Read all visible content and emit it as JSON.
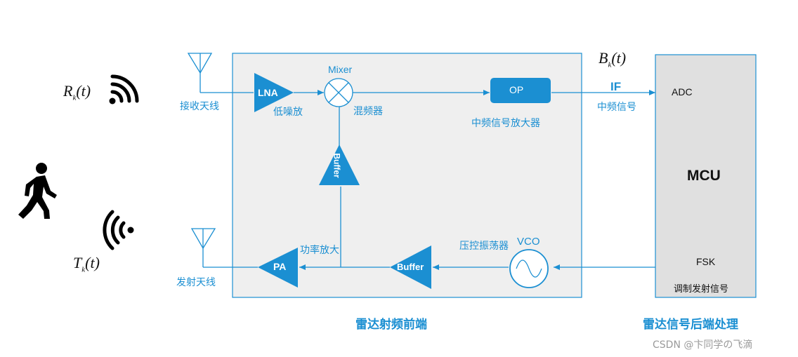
{
  "left": {
    "rx_signal": {
      "base": "R",
      "sub": "k",
      "arg": "(t)"
    },
    "tx_signal": {
      "base": "T",
      "sub": "k",
      "arg": "(t)"
    }
  },
  "rf_frontend": {
    "title": "雷达射频前端",
    "rx_antenna_label": "接收天线",
    "tx_antenna_label": "发射天线",
    "lna": {
      "text": "LNA",
      "label": "低噪放"
    },
    "mixer": {
      "top_label": "Mixer",
      "label": "混频器"
    },
    "buffer_vertical": "Buffer",
    "op": {
      "text": "OP",
      "label": "中频信号放大器"
    },
    "pa": {
      "text": "PA",
      "label": "功率放大"
    },
    "buffer_horizontal": "Buffer",
    "vco": {
      "label_cn": "压控振荡器",
      "label_en": "VCO"
    }
  },
  "if_link": {
    "signal": {
      "base": "B",
      "sub": "k",
      "arg": "(t)"
    },
    "if": "IF",
    "label": "中频信号"
  },
  "mcu": {
    "adc": "ADC",
    "title": "MCU",
    "fsk": "FSK",
    "mod_label": "调制发射信号"
  },
  "backend_title": "雷达信号后端处理",
  "watermark": "CSDN @卞同学の飞滴",
  "colors": {
    "accent": "#1b8fd2",
    "panel": "#efefef",
    "border": "#1b8fd2",
    "mcu_fill": "#e0e0e0"
  },
  "icons": [
    "person-walking-icon",
    "signal-waves-right-icon",
    "signal-waves-left-icon",
    "antenna-icon",
    "sine-wave-icon",
    "mixer-cross-icon"
  ]
}
